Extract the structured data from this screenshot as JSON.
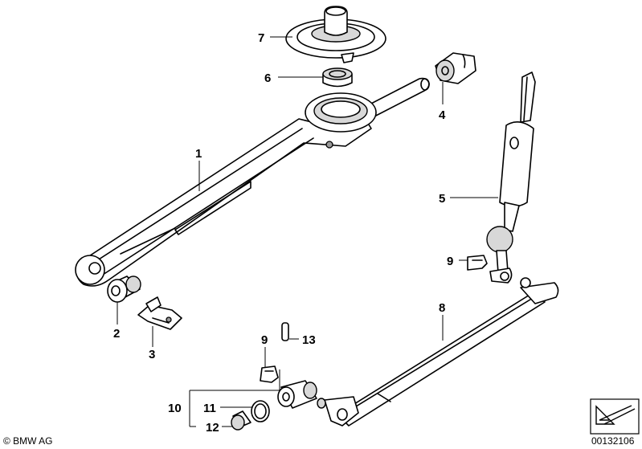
{
  "callouts": {
    "c1": "1",
    "c2": "2",
    "c3": "3",
    "c4": "4",
    "c5": "5",
    "c6": "6",
    "c7": "7",
    "c8": "8",
    "c9a": "9",
    "c9b": "9",
    "c10": "10",
    "c11": "11",
    "c12": "12",
    "c13": "13"
  },
  "footer": {
    "copyright": "© BMW AG",
    "diagram_number": "00132106"
  },
  "icons": {
    "view_direction": "view-direction-arrow-icon"
  }
}
